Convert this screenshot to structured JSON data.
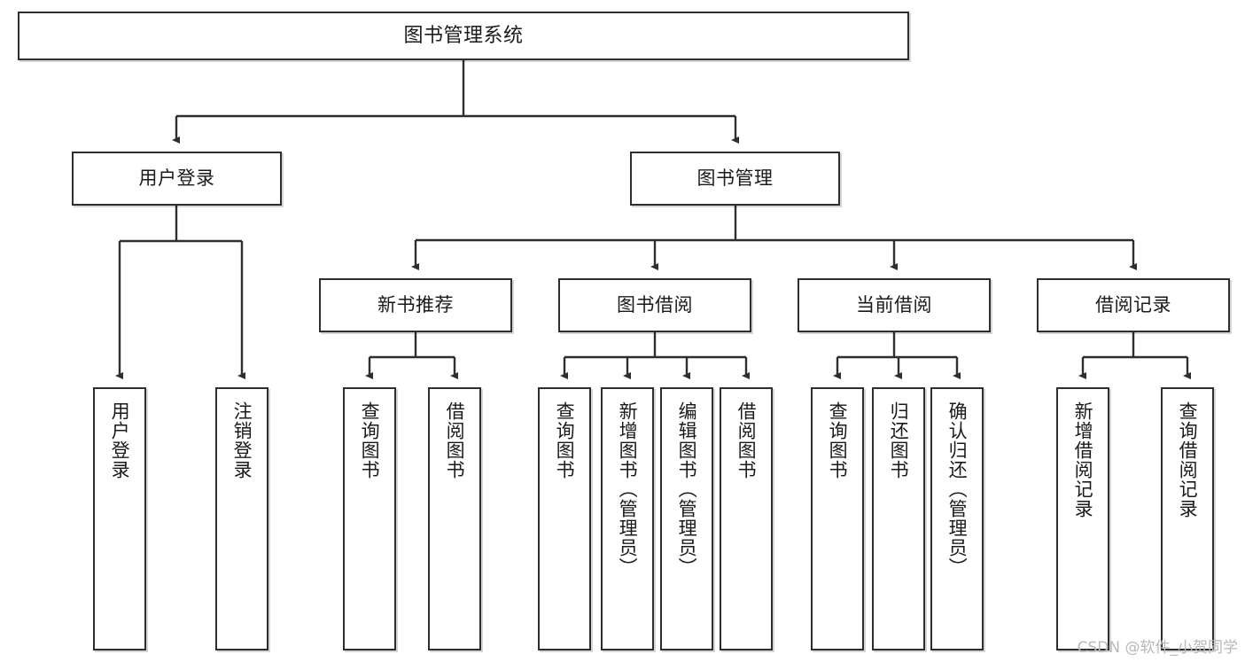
{
  "diagram": {
    "title": "图书管理系统",
    "type": "tree",
    "watermark": "CSDN @软件_小贺同学",
    "stroke_color": "#2e2e2e",
    "fill_color": "#ffffff",
    "text_color": "#1a1a1a",
    "watermark_color": "#b8b8b8"
  },
  "nodes": {
    "root": {
      "label": "图书管理系统",
      "level": 1,
      "orientation": "horizontal"
    },
    "l2": [
      {
        "id": "user-login",
        "label": "用户登录",
        "level": 2,
        "orientation": "horizontal"
      },
      {
        "id": "book-manage",
        "label": "图书管理",
        "level": 2,
        "orientation": "horizontal"
      }
    ],
    "l3": [
      {
        "id": "new-book-recommend",
        "label": "新书推荐",
        "level": 3,
        "orientation": "horizontal"
      },
      {
        "id": "book-borrow",
        "label": "图书借阅",
        "level": 3,
        "orientation": "horizontal"
      },
      {
        "id": "current-borrow",
        "label": "当前借阅",
        "level": 3,
        "orientation": "horizontal"
      },
      {
        "id": "borrow-record",
        "label": "借阅记录",
        "level": 3,
        "orientation": "horizontal"
      }
    ],
    "leaves": [
      {
        "id": "leaf-user-login",
        "label": "用户登录",
        "parent": "user-login",
        "orientation": "vertical"
      },
      {
        "id": "leaf-user-logout",
        "label": "注销登录",
        "parent": "user-login",
        "orientation": "vertical"
      },
      {
        "id": "leaf-query-book-1",
        "label": "查询图书",
        "parent": "new-book-recommend",
        "orientation": "vertical"
      },
      {
        "id": "leaf-borrow-book-1",
        "label": "借阅图书",
        "parent": "new-book-recommend",
        "orientation": "vertical"
      },
      {
        "id": "leaf-query-book-2",
        "label": "查询图书",
        "parent": "book-borrow",
        "orientation": "vertical"
      },
      {
        "id": "leaf-add-book",
        "label": "新增图书（管理员）",
        "parent": "book-borrow",
        "orientation": "vertical"
      },
      {
        "id": "leaf-edit-book",
        "label": "编辑图书（管理员）",
        "parent": "book-borrow",
        "orientation": "vertical"
      },
      {
        "id": "leaf-borrow-book-2",
        "label": "借阅图书",
        "parent": "book-borrow",
        "orientation": "vertical"
      },
      {
        "id": "leaf-query-book-3",
        "label": "查询图书",
        "parent": "current-borrow",
        "orientation": "vertical"
      },
      {
        "id": "leaf-return-book",
        "label": "归还图书",
        "parent": "current-borrow",
        "orientation": "vertical"
      },
      {
        "id": "leaf-confirm-return",
        "label": "确认归还（管理员）",
        "parent": "current-borrow",
        "orientation": "vertical"
      },
      {
        "id": "leaf-add-record",
        "label": "新增借阅记录",
        "parent": "borrow-record",
        "orientation": "vertical"
      },
      {
        "id": "leaf-query-record",
        "label": "查询借阅记录",
        "parent": "borrow-record",
        "orientation": "vertical"
      }
    ]
  }
}
